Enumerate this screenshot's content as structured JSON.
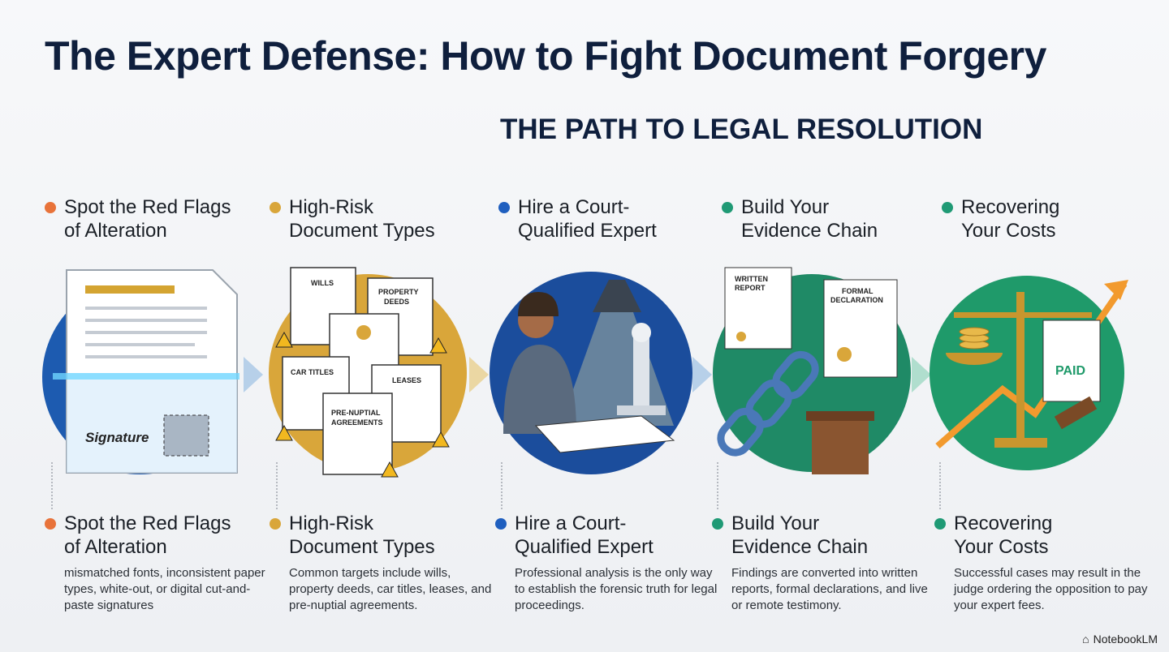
{
  "title": "The Expert Defense: How to Fight Document Forgery",
  "subtitle": "THE PATH TO LEGAL RESOLUTION",
  "steps": [
    {
      "title_l1": "Spot the Red Flags",
      "title_l2": "of Alteration",
      "desc": "mismatched fonts, inconsistent paper types, white-out, or digital cut-and-paste signatures",
      "color": "#e8733a"
    },
    {
      "title_l1": "High-Risk",
      "title_l2": "Document Types",
      "desc": "Common targets include wills, property deeds, car titles, leases, and pre-nuptial agreements.",
      "color": "#d9a63a"
    },
    {
      "title_l1": "Hire a Court-",
      "title_l2": "Qualified Expert",
      "desc": "Professional analysis is the only way to establish the forensic truth for legal proceedings.",
      "color": "#1f5fbf"
    },
    {
      "title_l1": "Build Your",
      "title_l2": "Evidence Chain",
      "desc": "Findings are converted into written reports, formal declarations, and live or remote testimony.",
      "color": "#1f9a75"
    },
    {
      "title_l1": "Recovering",
      "title_l2": "Your Costs",
      "desc": "Successful cases may result in the judge ordering the opposition to pay your expert fees.",
      "color": "#1f9a75"
    }
  ],
  "illustrations": {
    "signature": "Signature",
    "docs": [
      "WILLS",
      "PROPERTY",
      "DEEDS",
      "CAR TITLES",
      "LEASES",
      "PRE-NUPTIAL",
      "AGREEMENTS"
    ],
    "written_report": [
      "WRITTEN",
      "REPORT"
    ],
    "formal_declaration": [
      "FORMAL",
      "DECLARATION"
    ],
    "paid": "PAID"
  },
  "brand": "NotebookLM"
}
